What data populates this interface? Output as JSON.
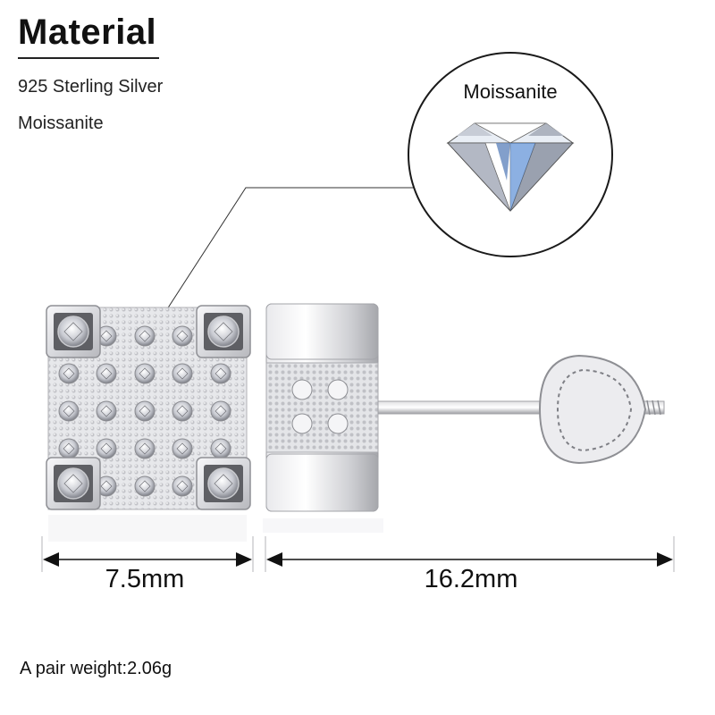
{
  "header": {
    "title": "Material"
  },
  "materials": [
    "925 Sterling Silver",
    "Moissanite"
  ],
  "callout": {
    "label": "Moissanite"
  },
  "dimensions": {
    "width_label": "7.5mm",
    "length_label": "16.2mm"
  },
  "footer": {
    "weight_text": "A pair weight:2.06g"
  },
  "colors": {
    "silver_light": "#f2f2f4",
    "silver_mid": "#cfd0d4",
    "silver_dark": "#8a8b90",
    "arrow": "#111111",
    "leader": "#333333"
  }
}
